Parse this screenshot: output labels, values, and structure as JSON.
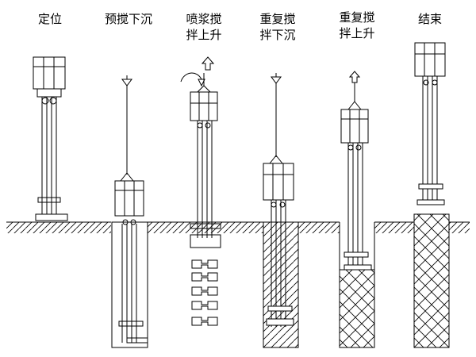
{
  "steps": [
    {
      "key": "position",
      "label_lines": [
        "定位"
      ]
    },
    {
      "key": "pre-mix",
      "label_lines": [
        "预搅下沉"
      ]
    },
    {
      "key": "spray-lift",
      "label_lines": [
        "喷浆搅",
        "拌上升"
      ]
    },
    {
      "key": "remix-down",
      "label_lines": [
        "重复搅",
        "拌下沉"
      ]
    },
    {
      "key": "remix-up",
      "label_lines": [
        "重复搅",
        "拌上升"
      ]
    },
    {
      "key": "finish",
      "label_lines": [
        "结束"
      ]
    }
  ]
}
